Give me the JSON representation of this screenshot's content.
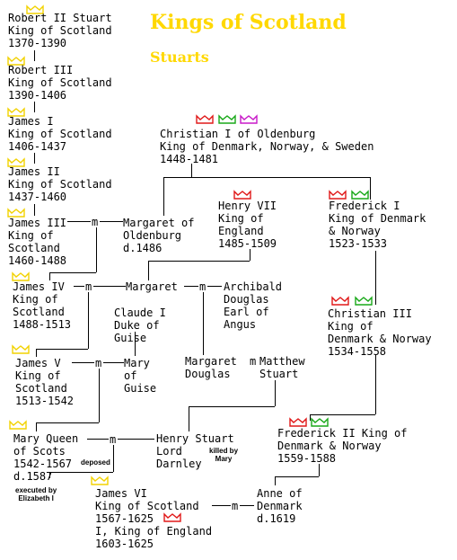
{
  "title": "Kings of Scotland",
  "subtitle": "Stuarts",
  "marriage_symbol": "m",
  "colors": {
    "title": "#ffd800",
    "crown_scotland": "#f2d200",
    "crown_denmark": "#e01818",
    "crown_norway": "#18a818",
    "crown_sweden": "#c818c8",
    "crown_england": "#e01818"
  },
  "people": {
    "robert2": {
      "lines": [
        "Robert II Stuart",
        "King of Scotland",
        "1370-1390"
      ]
    },
    "robert3": {
      "lines": [
        "Robert III",
        "King of Scotland",
        "1390-1406"
      ]
    },
    "james1": {
      "lines": [
        "James I",
        "King of Scotland",
        "1406-1437"
      ]
    },
    "james2": {
      "lines": [
        "James II",
        "King of Scotland",
        "1437-1460"
      ]
    },
    "james3": {
      "lines": [
        "James III",
        "King of",
        "Scotland",
        "1460-1488"
      ]
    },
    "margaret_oldenburg": {
      "lines": [
        "Margaret of",
        "Oldenburg",
        "d.1486"
      ]
    },
    "christian1": {
      "lines": [
        "Christian I of Oldenburg",
        "King of Denmark, Norway, & Sweden",
        "1448-1481"
      ]
    },
    "henry7": {
      "lines": [
        "Henry VII",
        "King of",
        "England",
        "1485-1509"
      ]
    },
    "frederick1": {
      "lines": [
        "Frederick I",
        "King of Denmark",
        "& Norway",
        "1523-1533"
      ]
    },
    "james4": {
      "lines": [
        "James IV",
        "King of",
        "Scotland",
        "1488-1513"
      ]
    },
    "margaret": {
      "lines": [
        "Margaret"
      ]
    },
    "archibald": {
      "lines": [
        "Archibald",
        "Douglas",
        "Earl of",
        "Angus"
      ]
    },
    "claude1": {
      "lines": [
        "Claude I",
        "Duke of",
        "Guise"
      ]
    },
    "christian3": {
      "lines": [
        "Christian III",
        "King of",
        "Denmark & Norway",
        "1534-1558"
      ]
    },
    "james5": {
      "lines": [
        "James V",
        "King of",
        "Scotland",
        "1513-1542"
      ]
    },
    "mary_guise": {
      "lines": [
        "Mary",
        "of",
        "Guise"
      ]
    },
    "margaret_douglas": {
      "lines": [
        "Margaret",
        "Douglas"
      ]
    },
    "matthew": {
      "lines": [
        "Matthew",
        "Stuart"
      ]
    },
    "mary_queen": {
      "lines": [
        "Mary Queen",
        "of Scots",
        "1542-1567",
        "d.1587"
      ]
    },
    "henry_stuart": {
      "lines": [
        "Henry Stuart",
        "Lord",
        "Darnley"
      ]
    },
    "frederick2": {
      "lines": [
        "Frederick II King of",
        "Denmark & Norway",
        "1559-1588"
      ]
    },
    "james6": {
      "lines": [
        "James VI",
        "King of Scotland",
        "1567-1625",
        "I, King of England",
        "1603-1625"
      ]
    },
    "anne": {
      "lines": [
        "Anne of",
        "Denmark",
        "d.1619"
      ]
    }
  },
  "notes": {
    "deposed": "deposed",
    "killed": "killed by\nMary",
    "executed": "executed by\nElizabeth I"
  },
  "crowns": [
    {
      "name": "scotland-crown-icon",
      "country": "Scotland"
    },
    {
      "name": "denmark-crown-icon",
      "country": "Denmark"
    },
    {
      "name": "norway-crown-icon",
      "country": "Norway"
    },
    {
      "name": "sweden-crown-icon",
      "country": "Sweden"
    },
    {
      "name": "england-crown-icon",
      "country": "England"
    }
  ]
}
